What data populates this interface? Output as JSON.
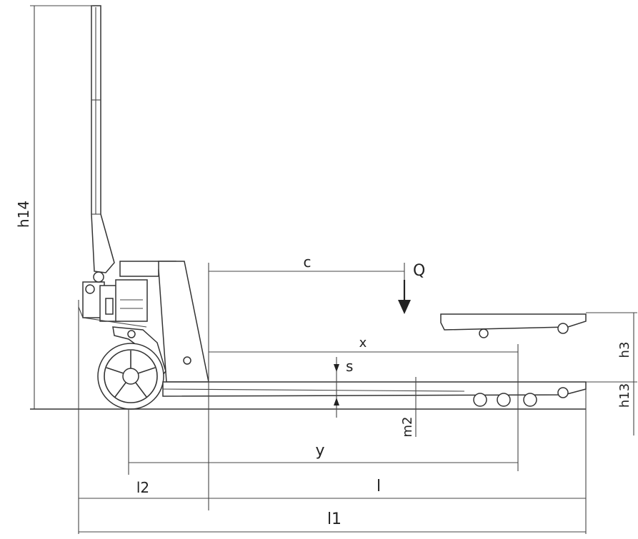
{
  "diagram": {
    "labels": {
      "h14": "h14",
      "c": "c",
      "Q": "Q",
      "x": "x",
      "s": "s",
      "y": "y",
      "m2": "m2",
      "h3": "h3",
      "h13": "h13",
      "l2": "l2",
      "l": "l",
      "l1": "l1"
    }
  }
}
